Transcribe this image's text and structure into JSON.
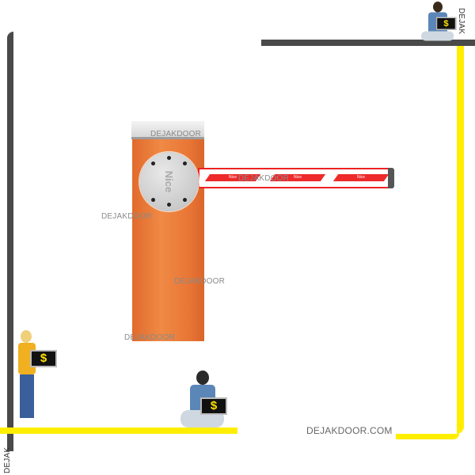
{
  "watermarks": {
    "cap": "DEJAKDOOR",
    "boom": "DEJAKDOOR",
    "left": "DEJAKDOOR",
    "middle": "DEJAKDOOR",
    "bottom": "DEJAKDOOR",
    "site": "DEJAKDOOR.COM",
    "vertical_right": "DEJAK",
    "vertical_left": "DEJAK"
  },
  "boom_labels": [
    "Nice",
    "Nice",
    "Nice"
  ],
  "disc_brand": "Nice",
  "laptop_symbol": "$",
  "colors": {
    "frame_dark": "#4a4a4a",
    "frame_yellow": "#ffee00",
    "cabinet": "#ea7a38",
    "boom_red": "#ee2222"
  }
}
